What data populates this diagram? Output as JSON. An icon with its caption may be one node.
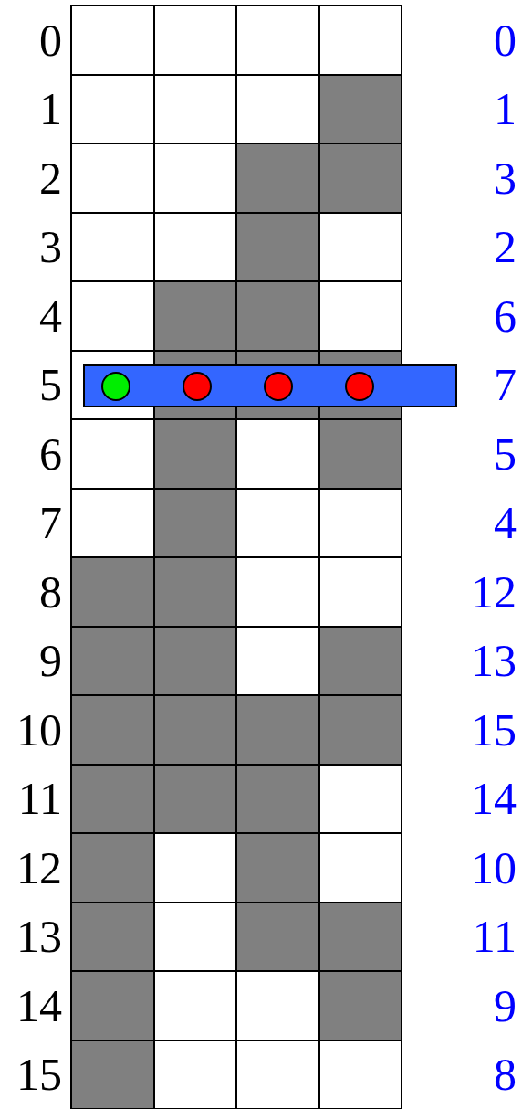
{
  "diagram": {
    "labels": [
      "0",
      "0",
      "1",
      "1",
      "2",
      "3",
      "3",
      "2",
      "4",
      "6",
      "5",
      "7",
      "6",
      "5",
      "7",
      "4",
      "8",
      "12",
      "9",
      "13",
      "10",
      "15",
      "11",
      "14",
      "12",
      "10",
      "13",
      "11",
      "14",
      "9",
      "15",
      "8"
    ]
  }
}
